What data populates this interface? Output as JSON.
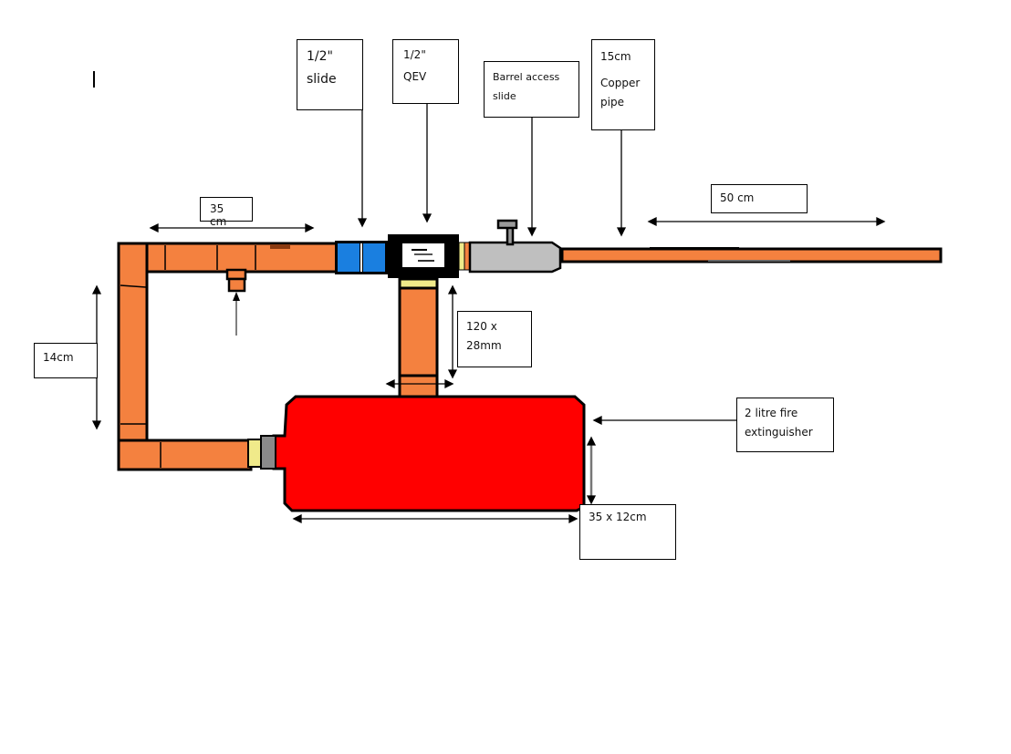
{
  "diagram": {
    "title": "Air cannon build diagram",
    "colors": {
      "copper": "#f4813f",
      "outline": "#000000",
      "tank": "#ff0000",
      "slide_valve": "#1a7fe0",
      "barrel_access": "#bfbfbf",
      "fitting_yellow": "#f0ea8a"
    },
    "labels": {
      "slide": [
        "1/2\"",
        "slide"
      ],
      "qev": [
        "1/2\"",
        "QEV"
      ],
      "barrel_access": [
        "Barrel access",
        "slide"
      ],
      "copper_pipe": [
        "15cm",
        "Copper",
        "pipe"
      ],
      "top_pipe_length": "35 cm",
      "barrel_length": "50 cm",
      "side_pipe_length": "14cm",
      "riser_pipe": [
        "120 x",
        "28mm"
      ],
      "tank": [
        "2 litre fire",
        "extinguisher"
      ],
      "tank_size": "35 x 12cm"
    }
  }
}
